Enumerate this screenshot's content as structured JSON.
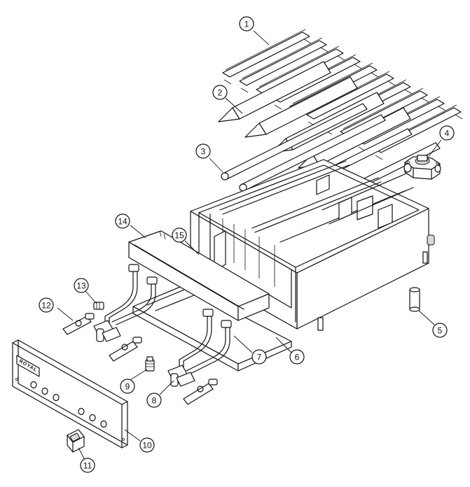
{
  "panel": {
    "brand_label": "ROYAL"
  },
  "callouts": [
    "1",
    "2",
    "3",
    "4",
    "5",
    "6",
    "7",
    "8",
    "9",
    "10",
    "11",
    "12",
    "13",
    "14",
    "15"
  ]
}
